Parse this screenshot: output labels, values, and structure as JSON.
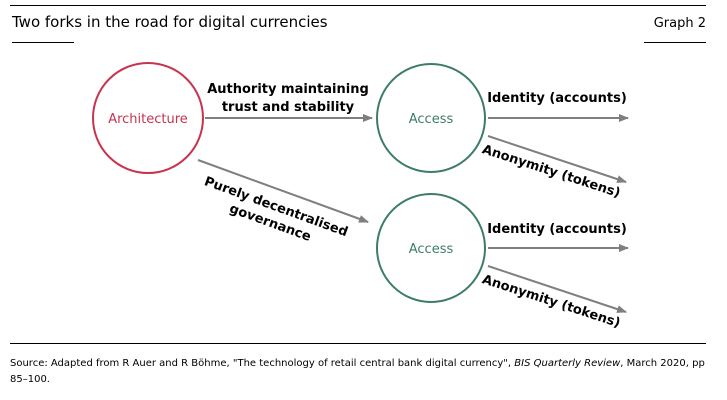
{
  "header": {
    "title": "Two forks in the road for digital currencies",
    "graph_label": "Graph 2"
  },
  "diagram": {
    "nodes": {
      "architecture": "Architecture",
      "access_top": "Access",
      "access_bottom": "Access"
    },
    "edges": {
      "authority_line1": "Authority maintaining",
      "authority_line2": "trust and stability",
      "decentral_line1": "Purely decentralised",
      "decentral_line2": "governance",
      "identity_top": "Identity (accounts)",
      "anonymity_top": "Anonymity (tokens)",
      "identity_bottom": "Identity (accounts)",
      "anonymity_bottom": "Anonymity (tokens)"
    },
    "colors": {
      "architecture": "#c8334f",
      "access": "#3d7d63",
      "arrow": "#7f7f7f"
    }
  },
  "footer": {
    "source_prefix": "Source: Adapted from R Auer and R Böhme, \"The technology of retail central bank digital currency\",",
    "source_journal": "BIS Quarterly Review",
    "source_suffix": ", March 2020, pp 85–100."
  }
}
